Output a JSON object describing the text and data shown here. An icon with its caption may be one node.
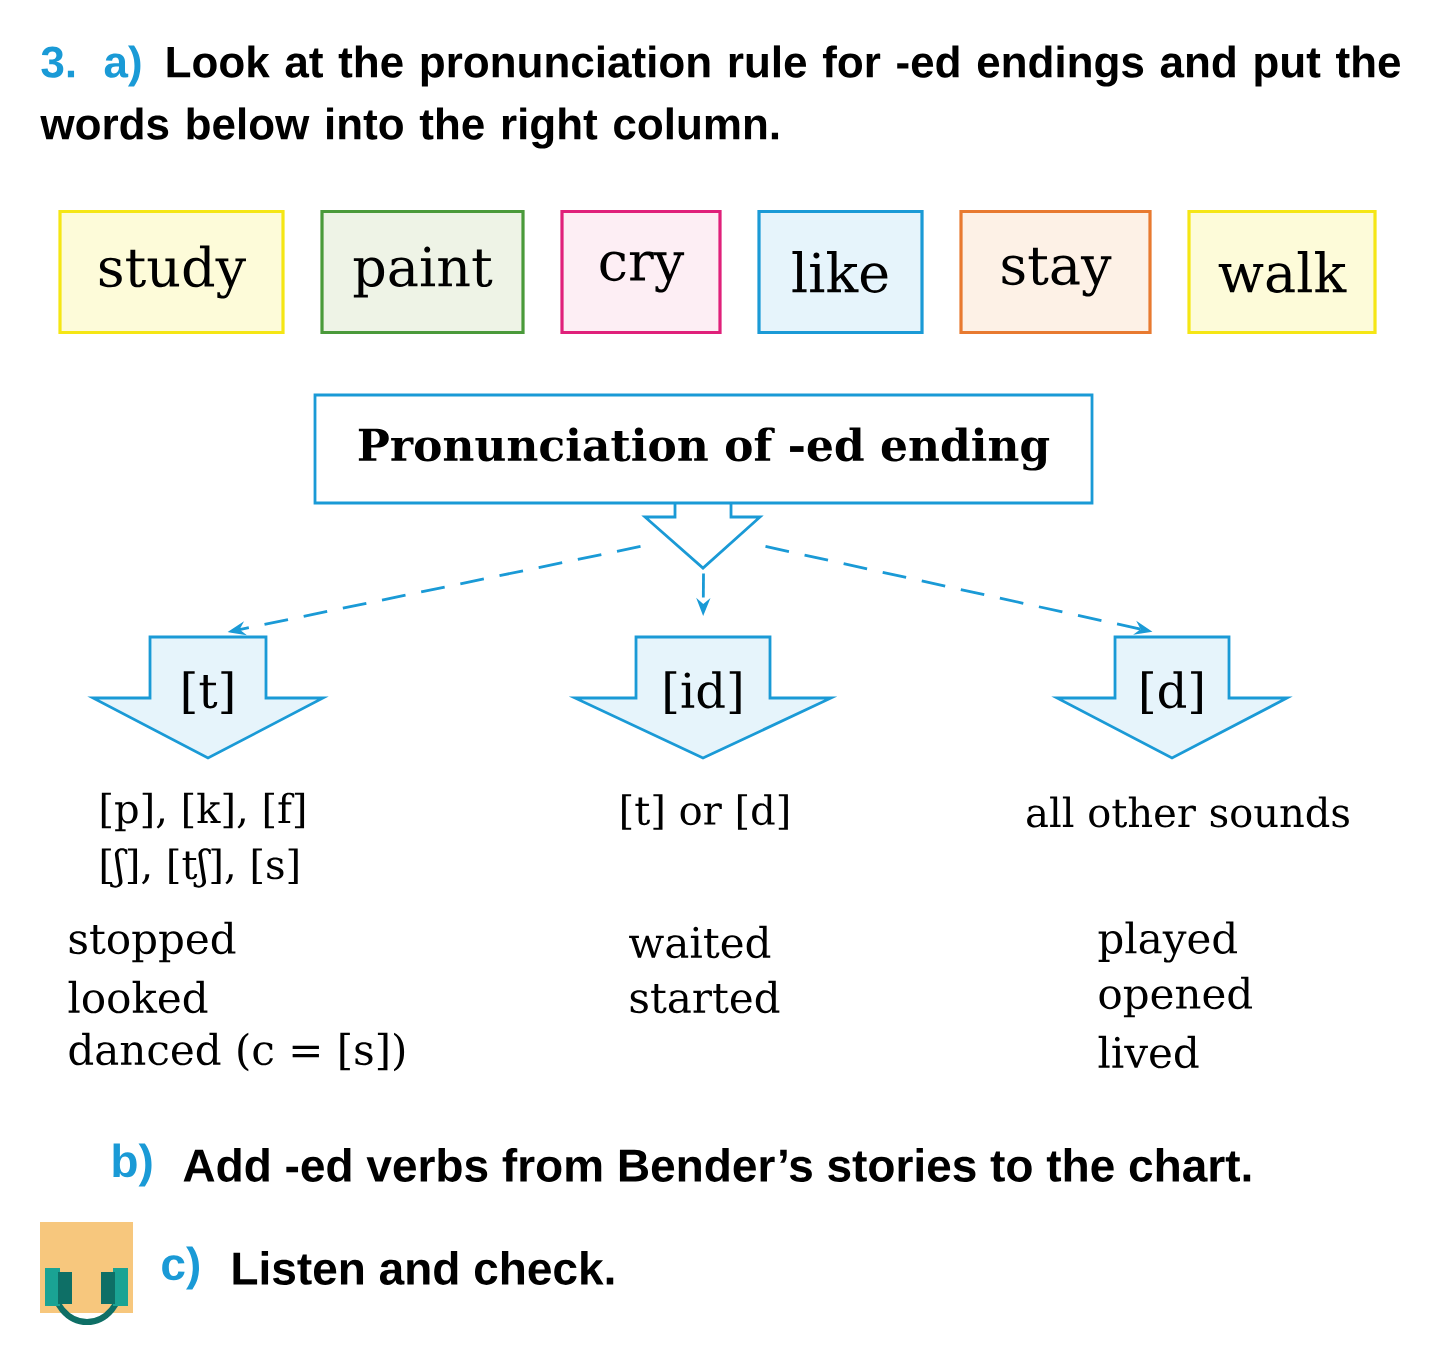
{
  "diagram": {
    "nodes": [
      {
        "text": [
          "study"
        ]
      },
      {
        "text": [
          "paint"
        ]
      },
      {
        "text": [
          "cry"
        ]
      },
      {
        "text": [
          "like"
        ]
      },
      {
        "text": [
          "stay"
        ]
      },
      {
        "text": [
          "walk"
        ]
      },
      {
        "text": [
          "Pronunciation of -ed ending"
        ]
      },
      {
        "text": [
          "[t]"
        ],
        "beside": [
          "[p], [k], [f]",
          "[ʃ], [tʃ], [s]"
        ]
      },
      {
        "text": [
          "[id]"
        ],
        "beside": [
          "[t] or [d]"
        ]
      },
      {
        "text": [
          "[d]"
        ],
        "beside": [
          "all other sounds"
        ]
      }
    ],
    "edges": [
      {
        "from": 6,
        "to": 7,
        "arrow": "to",
        "style": "dashed"
      },
      {
        "from": 6,
        "to": 8,
        "arrow": "to",
        "style": "dashed"
      },
      {
        "from": 6,
        "to": 9,
        "arrow": "to",
        "style": "dashed"
      }
    ],
    "labels": [
      "3.",
      "a)",
      "Look at the pronunciation rule for -ed endings and put the words below into the right column.",
      "stopped",
      "waited",
      "played",
      "looked",
      "started",
      "opened",
      "danced (c = [s])",
      "lived",
      "b)",
      "Add -ed verbs from Bender’s stories to the chart.",
      "c)",
      "Listen and check."
    ]
  }
}
